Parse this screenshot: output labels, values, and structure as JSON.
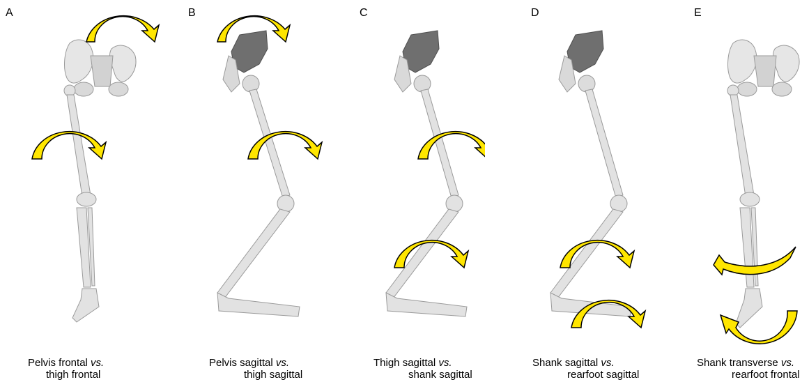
{
  "accent_color": "#FFE600",
  "arrow_outline_color": "#000000",
  "bone_color": "#e2e2e2",
  "pelvis_dark_color": "#6f6f6f",
  "panels": [
    {
      "letter": "A",
      "caption_line1": "Pelvis frontal",
      "caption_vs": "vs.",
      "caption_line2": "thigh frontal",
      "view": "frontal"
    },
    {
      "letter": "B",
      "caption_line1": "Pelvis sagittal",
      "caption_vs": "vs.",
      "caption_line2": "thigh sagittal",
      "view": "sagittal"
    },
    {
      "letter": "C",
      "caption_line1": "Thigh sagittal",
      "caption_vs": "vs.",
      "caption_line2": "shank sagittal",
      "view": "sagittal"
    },
    {
      "letter": "D",
      "caption_line1": "Shank sagittal",
      "caption_vs": "vs.",
      "caption_line2": "rearfoot sagittal",
      "view": "sagittal"
    },
    {
      "letter": "E",
      "caption_line1": "Shank transverse",
      "caption_vs": "vs.",
      "caption_line2": "rearfoot frontal",
      "view": "frontal"
    }
  ]
}
